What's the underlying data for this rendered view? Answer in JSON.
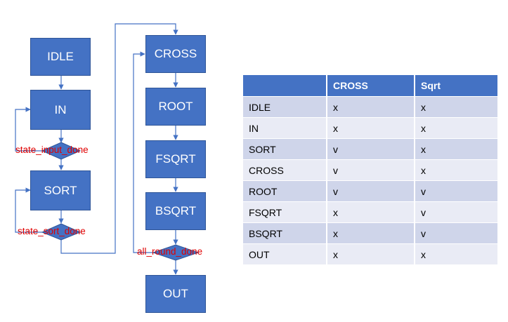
{
  "colors": {
    "box_fill": "#4472c4",
    "box_border": "#2f5597",
    "connector": "#4472c4",
    "condition_text": "#e00000",
    "table_header": "#4472c4",
    "table_row_dark": "#cfd5ea",
    "table_row_light": "#e9ebf5"
  },
  "flow_left": {
    "states": [
      "IDLE",
      "IN",
      "SORT"
    ],
    "conditions": [
      "state_input_done",
      "state_sort_done"
    ]
  },
  "flow_right": {
    "states": [
      "CROSS",
      "ROOT",
      "FSQRT",
      "BSQRT",
      "OUT"
    ],
    "conditions": [
      "all_round_done"
    ]
  },
  "table": {
    "headers": [
      "",
      "CROSS",
      "Sqrt"
    ],
    "rows": [
      [
        "IDLE",
        "x",
        "x"
      ],
      [
        "IN",
        "x",
        "x"
      ],
      [
        "SORT",
        "v",
        "x"
      ],
      [
        "CROSS",
        "v",
        "x"
      ],
      [
        "ROOT",
        "v",
        "v"
      ],
      [
        "FSQRT",
        "x",
        "v"
      ],
      [
        "BSQRT",
        "x",
        "v"
      ],
      [
        "OUT",
        "x",
        "x"
      ]
    ]
  }
}
